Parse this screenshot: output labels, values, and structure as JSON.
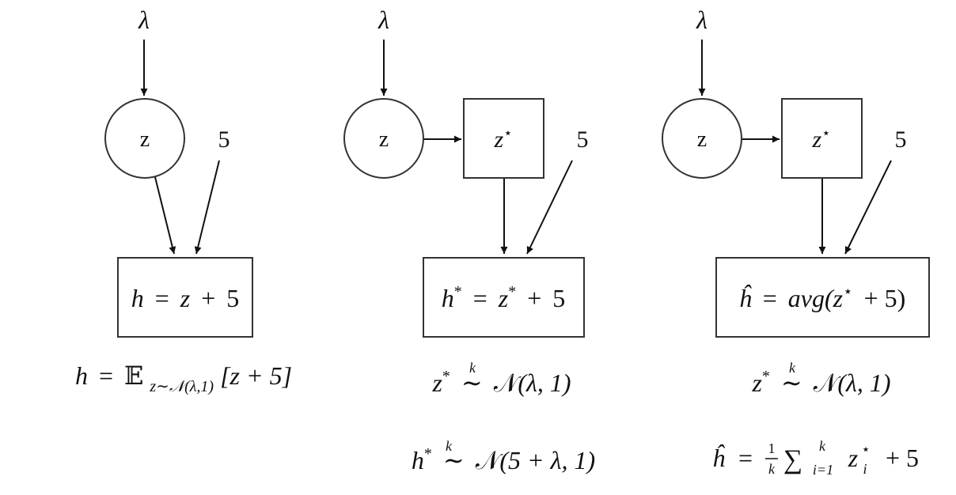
{
  "panels": [
    {
      "lambda": "λ",
      "z": "z",
      "const": "5",
      "box": {
        "h": "h",
        "eq": "=",
        "z": "z",
        "plus": "+",
        "five": "5"
      },
      "eq1": {
        "h": "h",
        "eq": "=",
        "E": "𝔼",
        "sub": "z∼𝒩(λ,1)",
        "bracket": "[z + 5]"
      }
    },
    {
      "lambda": "λ",
      "z": "z",
      "zstar": "z",
      "zstar_sup": "⋆",
      "const": "5",
      "box": {
        "h": "h",
        "hsup": "*",
        "eq": "=",
        "z": "z",
        "zsup": "*",
        "plus": "+",
        "five": "5"
      },
      "eq1": {
        "z": "z",
        "zsup": "*",
        "k": "k",
        "tilde": "∼",
        "N": "𝒩",
        "args": "(λ, 1)"
      },
      "eq2": {
        "h": "h",
        "hsup": "*",
        "k": "k",
        "tilde": "∼",
        "N": "𝒩",
        "args": "(5 + λ, 1)"
      }
    },
    {
      "lambda": "λ",
      "z": "z",
      "zstar": "z",
      "zstar_sup": "⋆",
      "const": "5",
      "box": {
        "hhat": "ĥ",
        "eq": "=",
        "avg": "avg(",
        "z": "z",
        "zsup": "⋆",
        "rest": "+ 5)"
      },
      "eq1": {
        "z": "z",
        "zsup": "*",
        "k": "k",
        "tilde": "∼",
        "N": "𝒩",
        "args": "(λ, 1)"
      },
      "eq2": {
        "hhat": "ĥ",
        "eq": "=",
        "one": "1",
        "k": "k",
        "sum": "∑",
        "from": "i=1",
        "to": "k",
        "z": "z",
        "zsup": "⋆",
        "zsub": "i",
        "rest": "+ 5"
      }
    }
  ]
}
